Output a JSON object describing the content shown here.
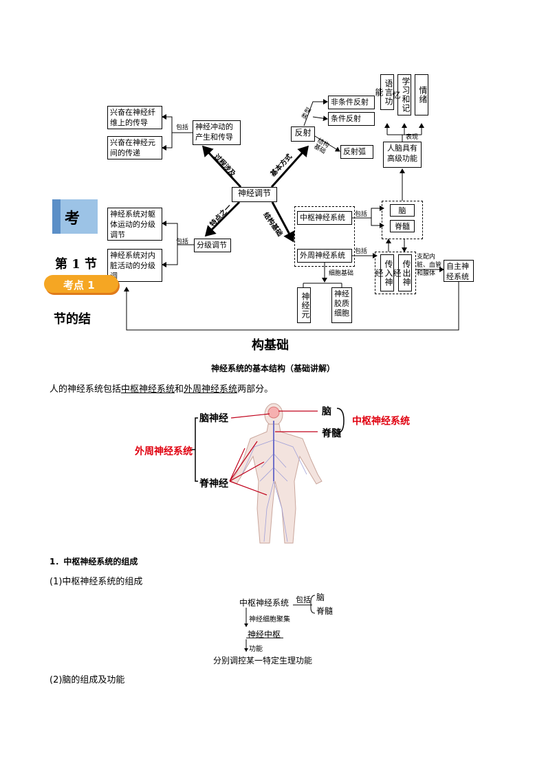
{
  "mindmap": {
    "center": "神经调节",
    "node_impulse": "神经冲动的产生和传导",
    "fiber": "兴奋在神经纤维上的传导",
    "neuron": "兴奋在神经元间的传递",
    "include1": "包括",
    "process_edge": "过程涉及",
    "reflex": "反射",
    "type_edge": "类型",
    "unconditioned": "非条件反射",
    "conditioned": "条件反射",
    "struct_basis_edge": "结构基础",
    "reflex_arc": "反射弧",
    "basic_edge": "基本方式",
    "feature_edge": "特点之一",
    "grading": "分级调节",
    "include2": "包括",
    "body_motion": "神经系统对躯体运动的分级调节",
    "visceral": "神经系统对内脏活动的分级调",
    "structure_edge": "结构基础",
    "cns": "中枢神经系统",
    "pns": "外周神经系统",
    "include3": "包括",
    "include4": "包括",
    "brain": "脑",
    "spinal": "脊髓",
    "cell_basis": "细胞基础",
    "neuron_cell": "神经元",
    "glia": "神经胶质细胞",
    "afferent": "传入神经",
    "efferent": "传出神经",
    "dominate": "支配内脏、血管和腺体",
    "autonomic": "自主神经系统",
    "advanced": "人脑具有高级功能",
    "express": "表现",
    "language": "语言功能",
    "learning": "学习和记忆",
    "emotion": "情绪"
  },
  "overlay": {
    "kao": "考",
    "section": "第 1 节",
    "badge": "考点 1",
    "jie": "节的结",
    "gouji": "构基础"
  },
  "section_heading": "神经系统的基本结构（基础讲解）",
  "intro": {
    "pre": "人的神经系统包括",
    "cns": "中枢神经系统",
    "mid": "和",
    "pns": "外周神经系统",
    "post": "两部分。"
  },
  "figure": {
    "brain_nerve": "脑神经",
    "spinal_nerve": "脊神经",
    "pns": "外周神经系统",
    "brain": "脑",
    "spinal": "脊髓",
    "cns": "中枢神经系统"
  },
  "sub1": "1．中枢神经系统的组成",
  "sub1_1": "(1)中枢神经系统的组成",
  "flow": {
    "cns": "中枢神经系统",
    "include": "包括",
    "brain": "脑",
    "spinal": "脊髓",
    "gather": "神经细胞聚集",
    "center": "神经中枢",
    "function": "功能",
    "result": "分别调控某一特定生理功能"
  },
  "sub1_2": "(2)脑的组成及功能"
}
